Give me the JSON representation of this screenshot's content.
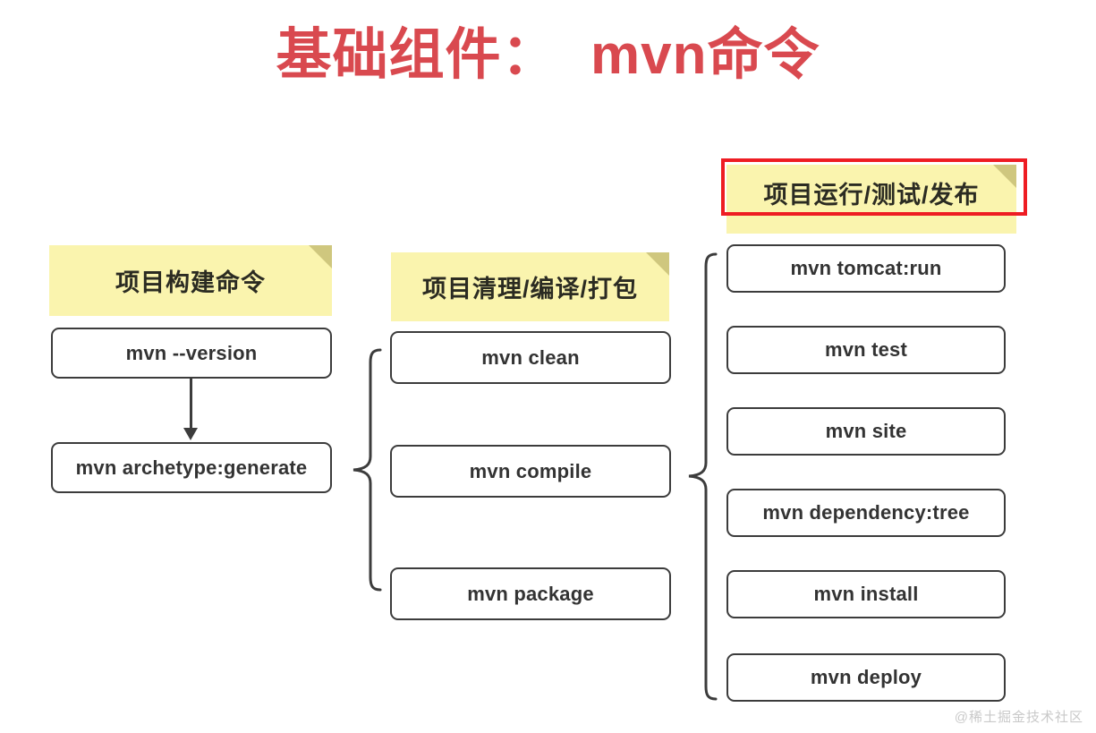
{
  "title": "基础组件：  mvn命令",
  "colors": {
    "title_red": "#d9494f",
    "highlight_red": "#ee1c23",
    "sticky_yellow": "#faf4ae",
    "sticky_fold": "#cfc77e",
    "box_border": "#3c3c3c",
    "background": "#ffffff"
  },
  "watermark": "@稀土掘金技术社区",
  "columns": [
    {
      "id": "build",
      "header": "项目构建命令",
      "highlighted": false,
      "connector": "arrow",
      "items": [
        {
          "label": "mvn --version"
        },
        {
          "label": "mvn archetype:generate"
        }
      ]
    },
    {
      "id": "clean-compile-package",
      "header": "项目清理/编译/打包",
      "highlighted": false,
      "connector": "brace",
      "items": [
        {
          "label": "mvn clean"
        },
        {
          "label": "mvn compile"
        },
        {
          "label": "mvn package"
        }
      ]
    },
    {
      "id": "run-test-deploy",
      "header": "项目运行/测试/发布",
      "highlighted": true,
      "connector": "brace",
      "items": [
        {
          "label": "mvn tomcat:run"
        },
        {
          "label": "mvn test"
        },
        {
          "label": "mvn site"
        },
        {
          "label": "mvn dependency:tree"
        },
        {
          "label": "mvn install"
        },
        {
          "label": "mvn deploy"
        }
      ]
    }
  ]
}
